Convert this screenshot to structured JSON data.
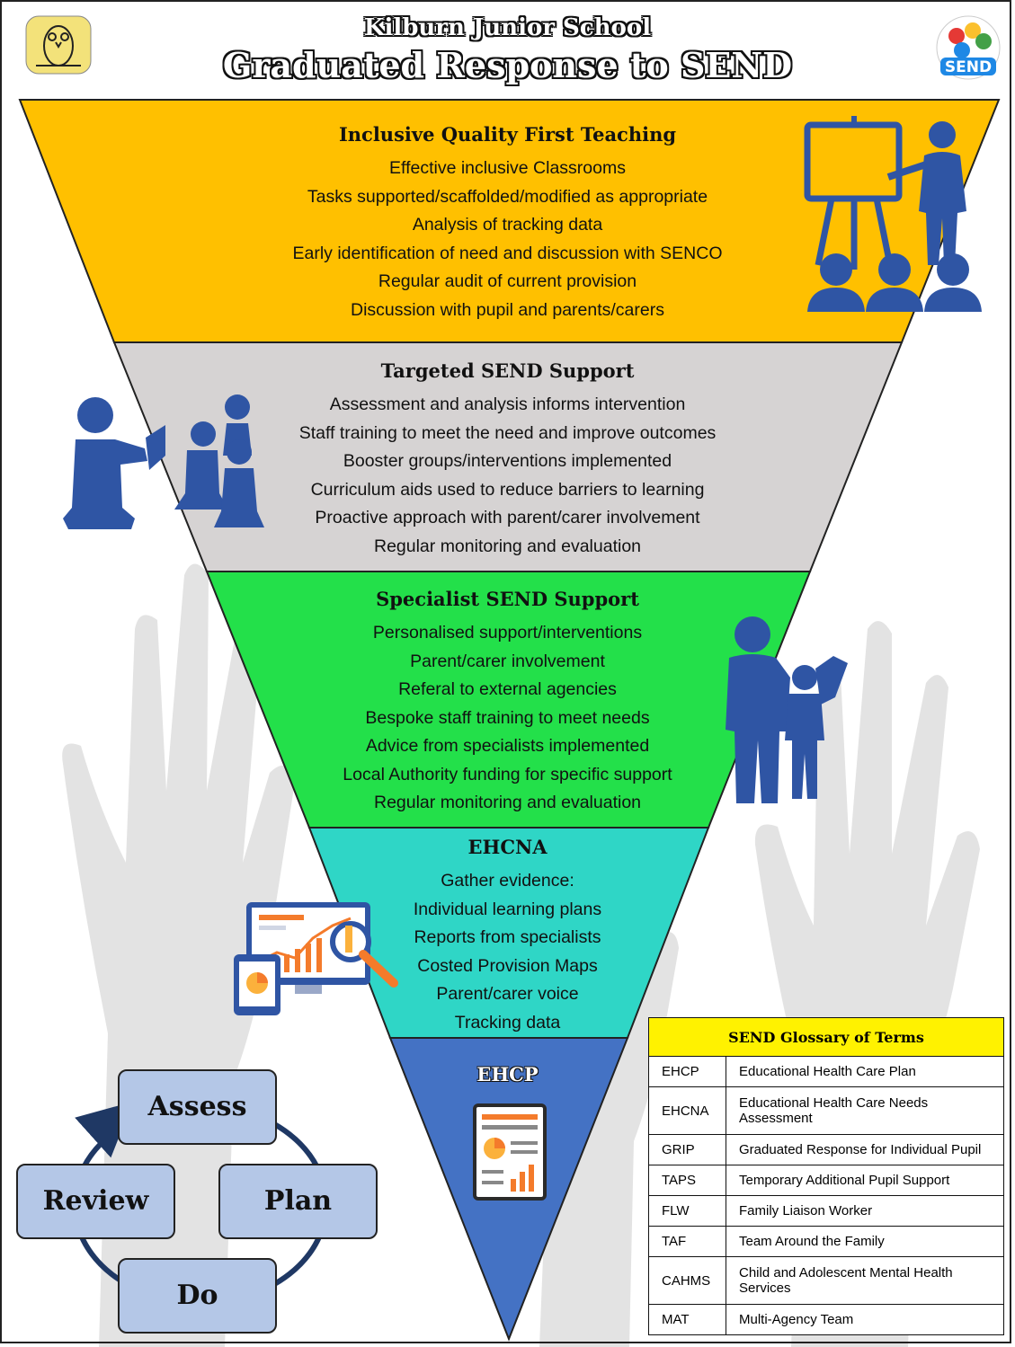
{
  "header": {
    "school": "Kilburn Junior School",
    "title": "Graduated Response to SEND",
    "send_logo_text": "SEND"
  },
  "colors": {
    "tier1": "#ffc000",
    "tier2": "#d6d3d3",
    "tier3": "#23e04a",
    "tier4": "#2fd6c6",
    "tier5": "#4472c4",
    "icon": "#2f55a4",
    "glossary_header": "#fff200",
    "cycle_box": "#b4c7e7"
  },
  "tiers": [
    {
      "title": "Inclusive Quality First Teaching",
      "icon": "teacher-presentation-icon",
      "items": [
        "Effective inclusive Classrooms",
        "Tasks supported/scaffolded/modified as appropriate",
        "Analysis of tracking data",
        "Early identification of need and discussion with SENCO",
        "Regular audit of current provision",
        "Discussion with pupil and parents/carers"
      ]
    },
    {
      "title": "Targeted SEND Support",
      "icon": "small-group-teaching-icon",
      "items": [
        "Assessment and analysis informs intervention",
        "Staff training to meet the need and improve outcomes",
        "Booster groups/interventions implemented",
        "Curriculum aids used to reduce barriers to learning",
        "Proactive approach with parent/carer involvement",
        "Regular monitoring and evaluation"
      ]
    },
    {
      "title": "Specialist SEND Support",
      "icon": "adult-child-reading-icon",
      "items": [
        "Personalised support/interventions",
        "Parent/carer involvement",
        "Referal to external agencies",
        "Bespoke staff training to meet needs",
        "Advice from specialists implemented",
        "Local Authority funding for specific support",
        "Regular monitoring and evaluation"
      ]
    },
    {
      "title": "EHCNA",
      "icon": "data-analysis-icon",
      "items": [
        "Gather evidence:",
        "Individual learning plans",
        "Reports from specialists",
        "Costed Provision Maps",
        "Parent/carer voice",
        "Tracking data"
      ]
    },
    {
      "title": "EHCP",
      "icon": "report-document-icon",
      "items": []
    }
  ],
  "cycle": {
    "steps": [
      "Assess",
      "Plan",
      "Do",
      "Review"
    ]
  },
  "glossary": {
    "title": "SEND Glossary of Terms",
    "rows": [
      {
        "abbr": "EHCP",
        "meaning": "Educational Health Care Plan"
      },
      {
        "abbr": "EHCNA",
        "meaning": "Educational Health Care Needs Assessment"
      },
      {
        "abbr": "GRIP",
        "meaning": "Graduated Response for Individual Pupil"
      },
      {
        "abbr": "TAPS",
        "meaning": "Temporary Additional Pupil Support"
      },
      {
        "abbr": "FLW",
        "meaning": "Family Liaison Worker"
      },
      {
        "abbr": "TAF",
        "meaning": "Team Around the Family"
      },
      {
        "abbr": "CAHMS",
        "meaning": "Child and Adolescent Mental Health Services"
      },
      {
        "abbr": "MAT",
        "meaning": "Multi-Agency Team"
      }
    ]
  }
}
